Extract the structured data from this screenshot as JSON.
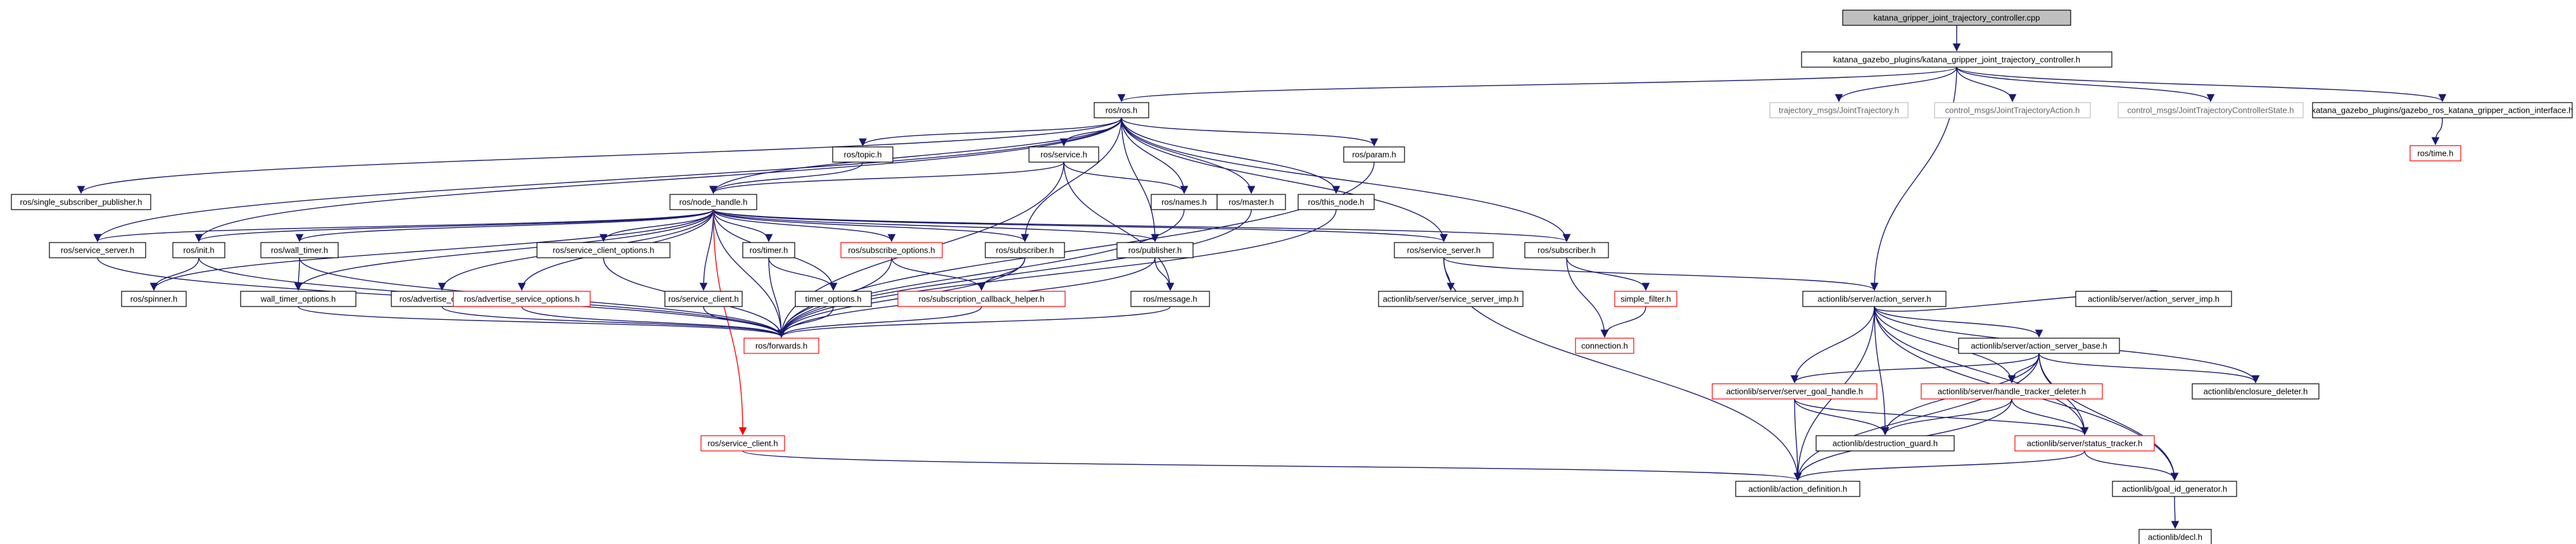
{
  "title": "katana_gripper_joint_trajectory_controller.cpp",
  "colors": {
    "edge": "#191970",
    "edge_red": "#ff0000",
    "node_border": "#000000",
    "node_border_gray": "#bfbfbf",
    "node_border_red": "#ff0000",
    "root_fill": "#bfbfbf",
    "node_fill": "#ffffff",
    "text": "#000000",
    "text_gray": "#666666"
  },
  "nodes": [
    {
      "id": "root",
      "label": "katana_gripper_joint_trajectory_controller.cpp",
      "style": "root"
    },
    {
      "id": "kgjtc_h",
      "label": "katana_gazebo_plugins/katana_gripper_joint_trajectory_controller.h",
      "style": "normal"
    },
    {
      "id": "ros_h",
      "label": "ros/ros.h",
      "style": "normal"
    },
    {
      "id": "traj_msgs",
      "label": "trajectory_msgs/JointTrajectory.h",
      "style": "gray"
    },
    {
      "id": "ctrl_action",
      "label": "control_msgs/JointTrajectoryAction.h",
      "style": "gray"
    },
    {
      "id": "ctrl_state",
      "label": "control_msgs/JointTrajectoryControllerState.h",
      "style": "gray"
    },
    {
      "id": "gazebo_iface",
      "label": "katana_gazebo_plugins/gazebo_ros_katana_gripper_action_interface.h",
      "style": "normal"
    },
    {
      "id": "ros_time",
      "label": "ros/time.h",
      "style": "red"
    },
    {
      "id": "single_sub_pub",
      "label": "ros/single_subscriber_publisher.h",
      "style": "normal"
    },
    {
      "id": "ros_topic",
      "label": "ros/topic.h",
      "style": "normal"
    },
    {
      "id": "ros_service",
      "label": "ros/service.h",
      "style": "normal"
    },
    {
      "id": "ros_param",
      "label": "ros/param.h",
      "style": "normal"
    },
    {
      "id": "node_handle",
      "label": "ros/node_handle.h",
      "style": "normal"
    },
    {
      "id": "ros_names",
      "label": "ros/names.h",
      "style": "normal"
    },
    {
      "id": "ros_master",
      "label": "ros/master.h",
      "style": "normal"
    },
    {
      "id": "this_node",
      "label": "ros/this_node.h",
      "style": "normal"
    },
    {
      "id": "service_server",
      "label": "ros/service_server.h",
      "style": "normal"
    },
    {
      "id": "ros_init",
      "label": "ros/init.h",
      "style": "normal"
    },
    {
      "id": "wall_timer",
      "label": "ros/wall_timer.h",
      "style": "normal"
    },
    {
      "id": "svc_client_opts",
      "label": "ros/service_client_options.h",
      "style": "normal"
    },
    {
      "id": "ros_timer",
      "label": "ros/timer.h",
      "style": "normal"
    },
    {
      "id": "sub_opts",
      "label": "ros/subscribe_options.h",
      "style": "red"
    },
    {
      "id": "ros_subscriber",
      "label": "ros/subscriber.h",
      "style": "normal"
    },
    {
      "id": "ros_publisher",
      "label": "ros/publisher.h",
      "style": "normal"
    },
    {
      "id": "ros_service_server",
      "label": "ros/service_server.h",
      "style": "normal"
    },
    {
      "id": "msg_filters_sub",
      "label": "ros/subscriber.h",
      "style": "normal"
    },
    {
      "id": "ros_spinner",
      "label": "ros/spinner.h",
      "style": "normal"
    },
    {
      "id": "wall_timer_opts",
      "label": "wall_timer_options.h",
      "style": "normal"
    },
    {
      "id": "adv_opts",
      "label": "ros/advertise_options.h",
      "style": "normal"
    },
    {
      "id": "adv_svc_opts",
      "label": "ros/advertise_service_options.h",
      "style": "red"
    },
    {
      "id": "svc_client",
      "label": "ros/service_client.h",
      "style": "normal"
    },
    {
      "id": "timer_opts",
      "label": "timer_options.h",
      "style": "normal"
    },
    {
      "id": "sub_cb_helper",
      "label": "ros/subscription_callback_helper.h",
      "style": "red"
    },
    {
      "id": "ros_message",
      "label": "ros/message.h",
      "style": "normal"
    },
    {
      "id": "svc_server_imp",
      "label": "actionlib/server/service_server_imp.h",
      "style": "normal"
    },
    {
      "id": "simple_filter",
      "label": "simple_filter.h",
      "style": "red"
    },
    {
      "id": "connection",
      "label": "connection.h",
      "style": "red"
    },
    {
      "id": "ros_forwards",
      "label": "ros/forwards.h",
      "style": "red"
    },
    {
      "id": "action_server",
      "label": "actionlib/server/action_server.h",
      "style": "normal"
    },
    {
      "id": "action_server_base",
      "label": "actionlib/server/action_server_base.h",
      "style": "normal"
    },
    {
      "id": "action_server_imp",
      "label": "actionlib/server/action_server_imp.h",
      "style": "normal"
    },
    {
      "id": "goal_handle",
      "label": "actionlib/server/server_goal_handle.h",
      "style": "red"
    },
    {
      "id": "handle_tracker",
      "label": "actionlib/server/handle_tracker_deleter.h",
      "style": "red"
    },
    {
      "id": "enclosure_deleter",
      "label": "actionlib/enclosure_deleter.h",
      "style": "normal"
    },
    {
      "id": "destruction_guard",
      "label": "actionlib/destruction_guard.h",
      "style": "normal"
    },
    {
      "id": "status_tracker",
      "label": "actionlib/server/status_tracker.h",
      "style": "red"
    },
    {
      "id": "ros_service_client",
      "label": "ros/service_client.h",
      "style": "red"
    },
    {
      "id": "action_definition",
      "label": "actionlib/action_definition.h",
      "style": "normal"
    },
    {
      "id": "goal_id_gen",
      "label": "actionlib/goal_id_generator.h",
      "style": "normal"
    },
    {
      "id": "actionlib_decl",
      "label": "actionlib/decl.h",
      "style": "normal"
    }
  ]
}
